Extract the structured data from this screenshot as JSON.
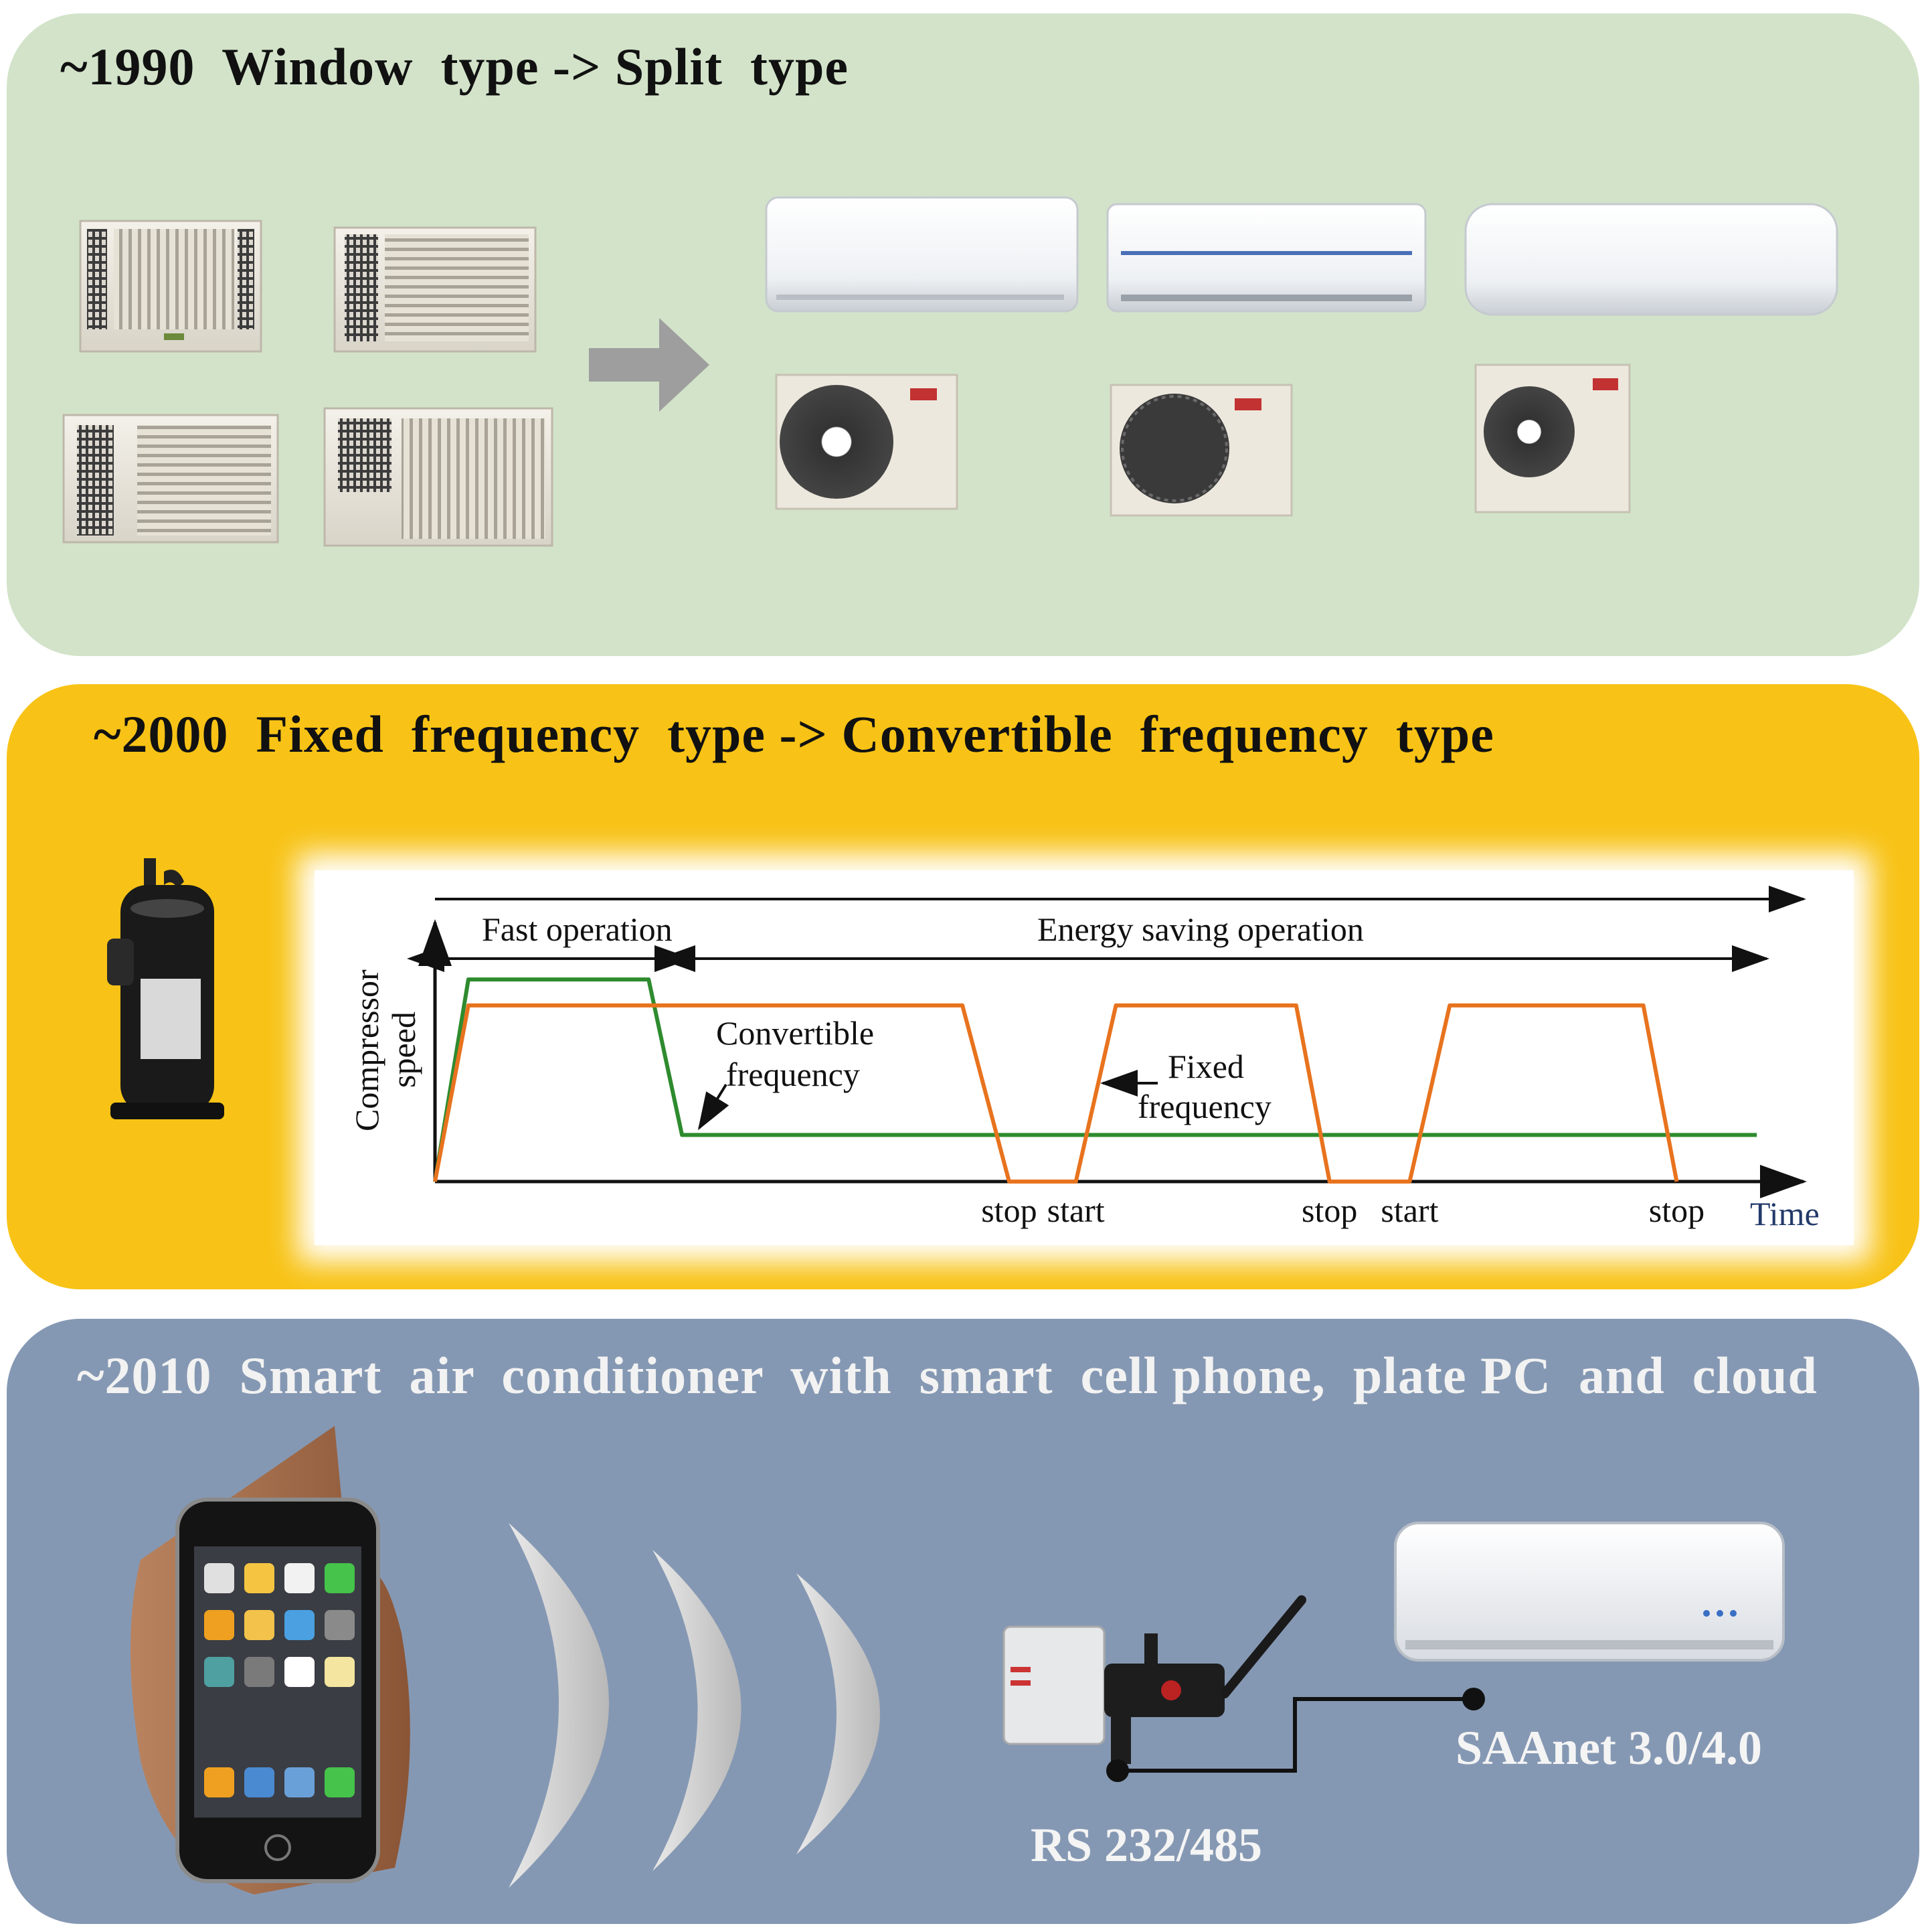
{
  "panels": {
    "p1": {
      "title": "~1990  Window  type -> Split  type"
    },
    "p2": {
      "title": "~2000  Fixed  frequency  type -> Convertible  frequency  type"
    },
    "p3": {
      "title": "~2010  Smart  air  conditioner  with  smart  cell phone,  plate PC  and  cloud"
    }
  },
  "chart": {
    "ylabel_1": "Compressor",
    "ylabel_2": "speed",
    "xlabel": "Time",
    "phase_fast": "Fast operation",
    "phase_energy": "Energy  saving operation",
    "annot_convertible_1": "Convertible",
    "annot_convertible_2": "frequency",
    "annot_fixed_1": "Fixed",
    "annot_fixed_2": "frequency",
    "events": [
      "stop",
      "start",
      "stop",
      "start",
      "stop"
    ]
  },
  "chart_data": {
    "type": "line",
    "xlabel": "Time",
    "ylabel": "Compressor speed",
    "series": [
      {
        "name": "Convertible frequency",
        "color": "#2e8b2e",
        "points": [
          [
            0,
            0
          ],
          [
            0.5,
            0.78
          ],
          [
            3.2,
            0.78
          ],
          [
            3.7,
            0.18
          ],
          [
            19.8,
            0.18
          ]
        ]
      },
      {
        "name": "Fixed frequency",
        "color": "#e8731e",
        "points": [
          [
            0,
            0
          ],
          [
            0.5,
            0.68
          ],
          [
            7.9,
            0.68
          ],
          [
            8.6,
            0
          ],
          [
            9.6,
            0
          ],
          [
            10.2,
            0.68
          ],
          [
            12.9,
            0.68
          ],
          [
            13.4,
            0
          ],
          [
            14.6,
            0
          ],
          [
            15.2,
            0.68
          ],
          [
            18.1,
            0.68
          ],
          [
            18.6,
            0
          ]
        ]
      }
    ],
    "x_events": [
      {
        "x": 8.6,
        "label": "stop"
      },
      {
        "x": 9.6,
        "label": "start"
      },
      {
        "x": 13.4,
        "label": "stop"
      },
      {
        "x": 14.6,
        "label": "start"
      },
      {
        "x": 18.6,
        "label": "stop"
      }
    ],
    "xlim": [
      0,
      20.5
    ],
    "ylim": [
      0,
      1
    ]
  },
  "connection": {
    "label_rs": "RS 232/485",
    "label_saanet": "SAAnet 3.0/4.0"
  },
  "colors": {
    "panel1": "#d2e3c9",
    "panel2": "#f8c316",
    "panel3": "#8598b3",
    "green_line": "#2e8b2e",
    "orange_line": "#e8731e"
  }
}
